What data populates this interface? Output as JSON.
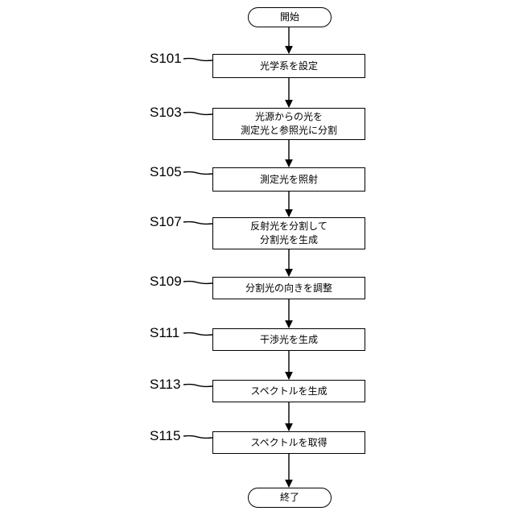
{
  "flowchart": {
    "start_label": "開始",
    "end_label": "終了",
    "steps": [
      {
        "id": "S101",
        "lines": [
          "光学系を設定"
        ]
      },
      {
        "id": "S103",
        "lines": [
          "光源からの光を",
          "測定光と参照光に分割"
        ]
      },
      {
        "id": "S105",
        "lines": [
          "測定光を照射"
        ]
      },
      {
        "id": "S107",
        "lines": [
          "反射光を分割して",
          "分割光を生成"
        ]
      },
      {
        "id": "S109",
        "lines": [
          "分割光の向きを調整"
        ]
      },
      {
        "id": "S111",
        "lines": [
          "干渉光を生成"
        ]
      },
      {
        "id": "S113",
        "lines": [
          "スペクトルを生成"
        ]
      },
      {
        "id": "S115",
        "lines": [
          "スペクトルを取得"
        ]
      }
    ]
  }
}
